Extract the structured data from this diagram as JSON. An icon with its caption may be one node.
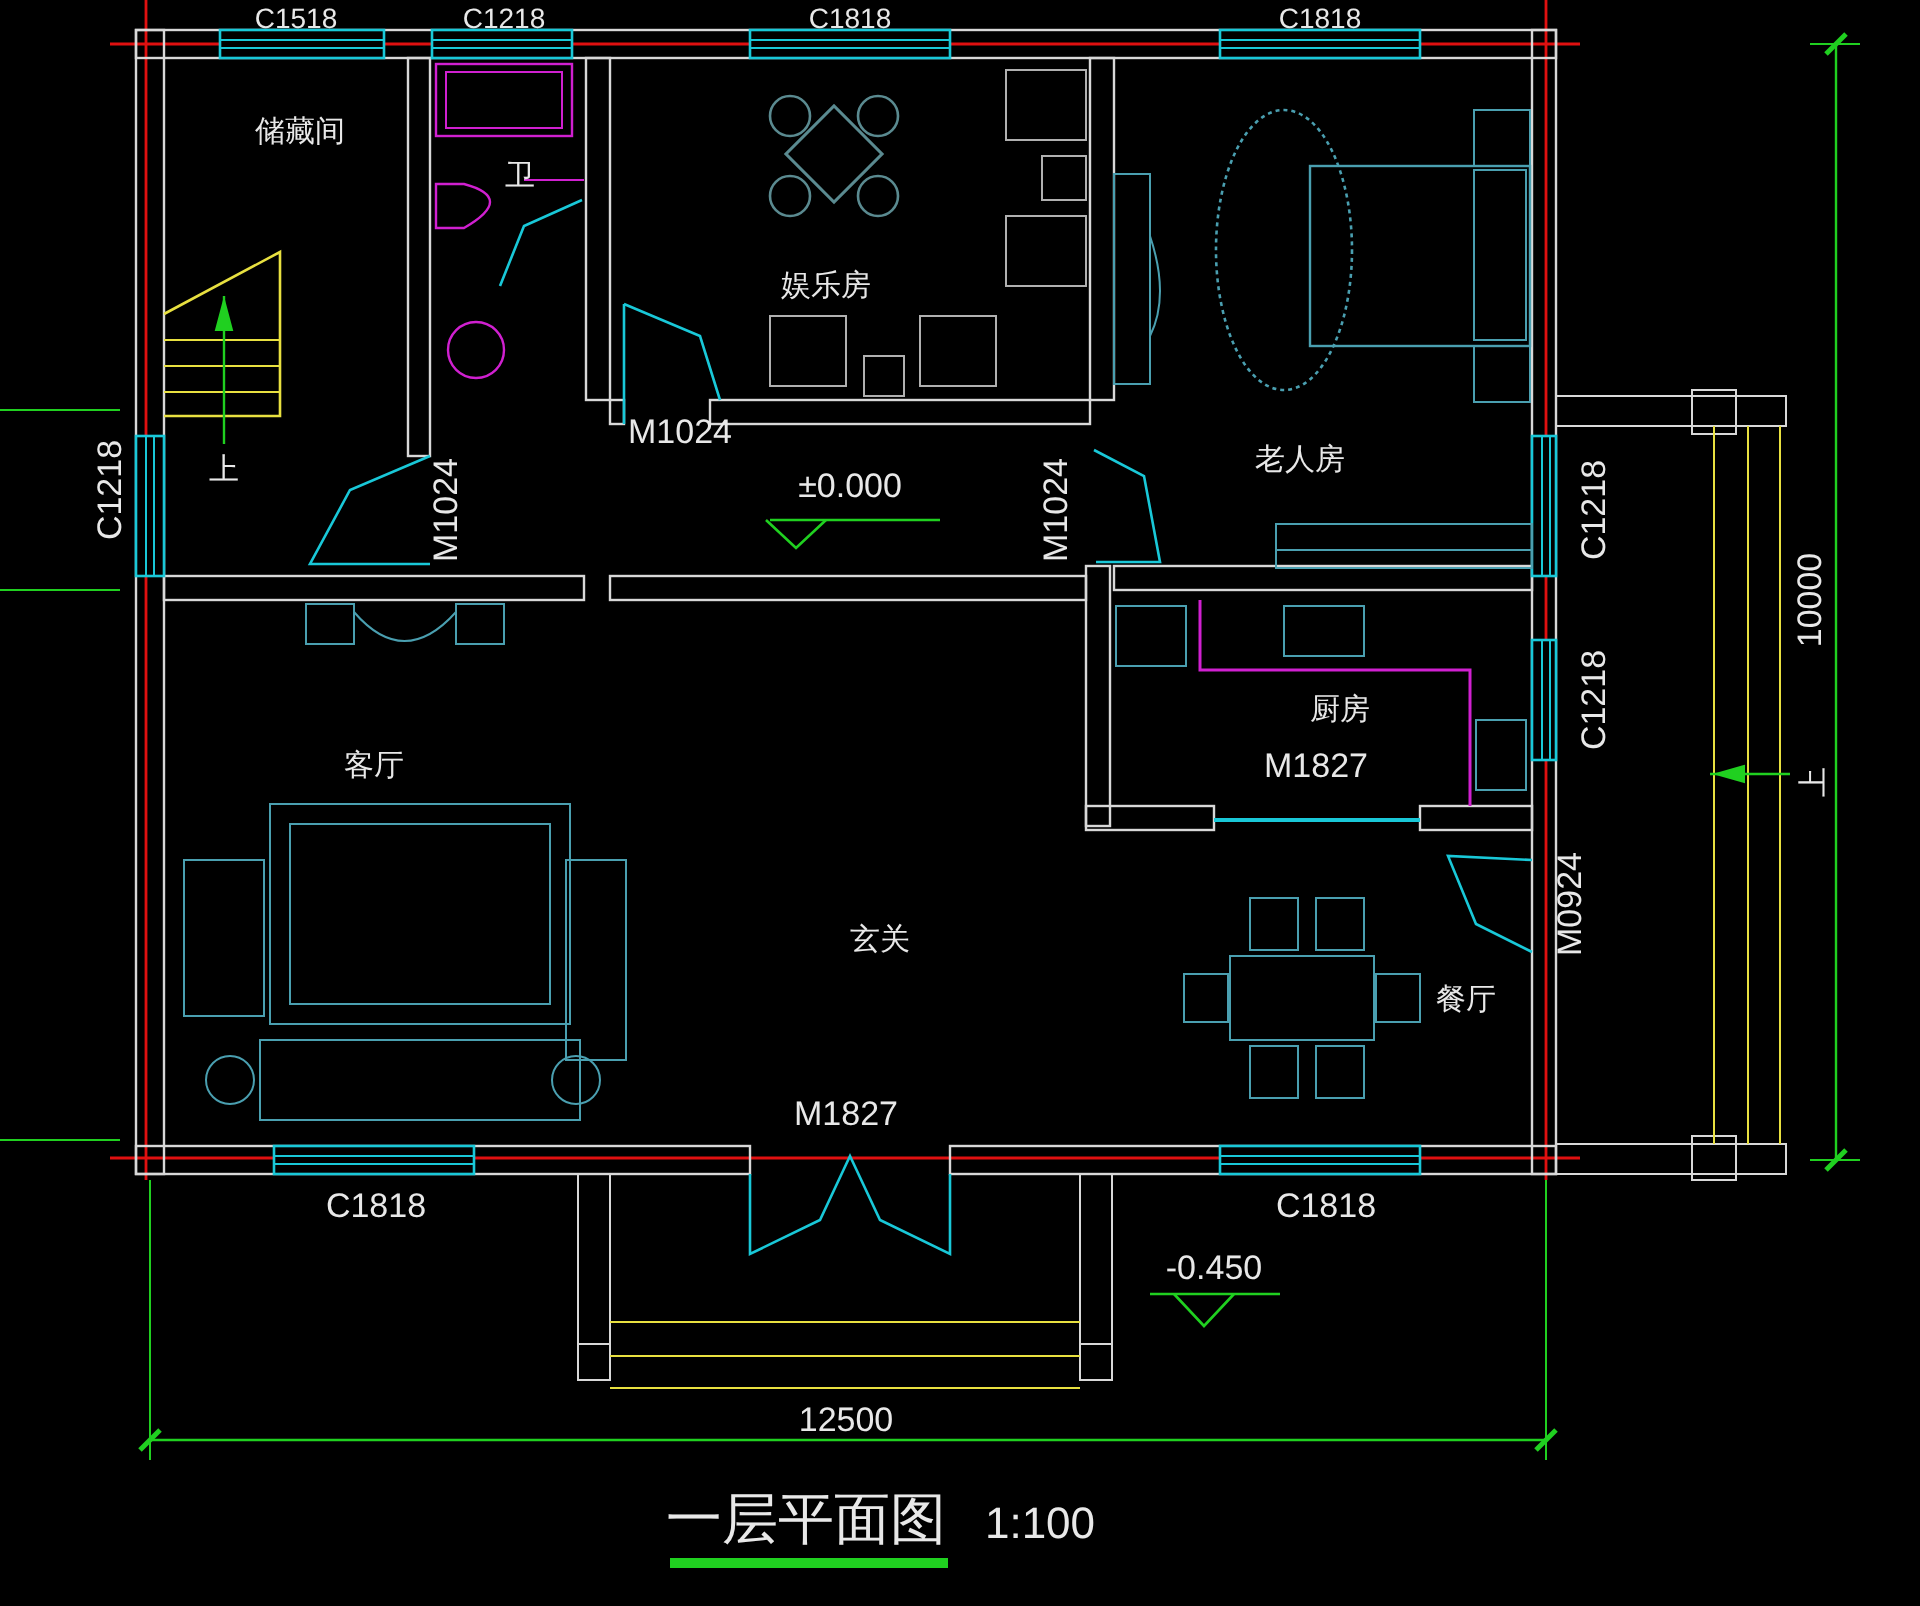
{
  "diagram": {
    "title": "一层平面图",
    "labels": [
      "C1518",
      "C1218",
      "C1818",
      "C1818",
      "储藏间",
      "卫",
      "娱乐房",
      "上",
      "C1218",
      "M1024",
      "M1024",
      "±0.000",
      "M1024",
      "老人房",
      "C1218",
      "10000",
      "厨房",
      "C1218",
      "M1827",
      "上",
      "客厅",
      "M0924",
      "玄关",
      "餐厅",
      "M1827",
      "C1818",
      "C1818",
      "-0.450",
      "12500",
      "1:100"
    ]
  }
}
